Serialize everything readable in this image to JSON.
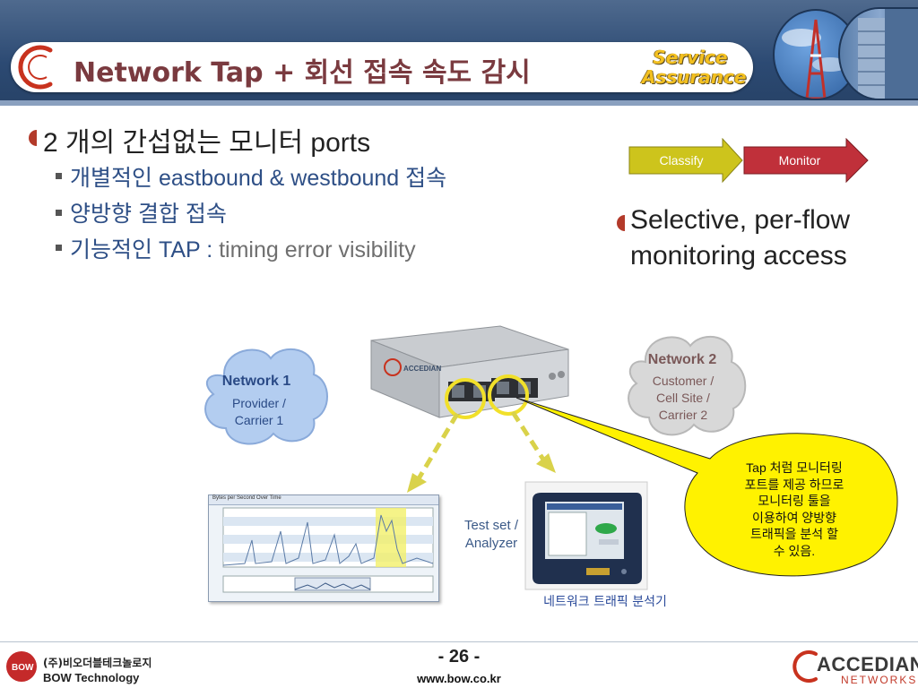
{
  "header": {
    "title": "Network Tap + 회선 접속 속도 감시",
    "badge": [
      "Service",
      "Assurance"
    ]
  },
  "bullets": {
    "main": "2 개의 간섭없는 모니터 ports",
    "sub": [
      {
        "text": "개별적인 eastbound & westbound 접속"
      },
      {
        "text": "양방향 결합 접속"
      },
      {
        "prefix": "기능적인 TAP : ",
        "muted": "timing error visibility"
      }
    ]
  },
  "flow": {
    "step1": "Classify",
    "step2": "Monitor",
    "step1_color": "#c8c21a",
    "step2_color": "#c0303a"
  },
  "right_bullet": [
    "Selective, per-flow",
    "monitoring access"
  ],
  "network1": {
    "title": "Network 1",
    "lines": [
      "Provider /",
      "Carrier 1"
    ],
    "color": "#2a4a86",
    "fill": "#b3cdf0"
  },
  "network2": {
    "title": "Network 2",
    "lines": [
      "Customer /",
      "Cell Site /",
      "Carrier 2"
    ],
    "color": "#7a5858",
    "fill": "#d6d6d6"
  },
  "device": {
    "brand": "ACCEDIAN"
  },
  "analyzer_label": [
    "Test set /",
    "Analyzer"
  ],
  "analyzer_caption": "네트워크 트래픽 분석기",
  "analyzer_caption_color": "#2a4a9a",
  "callout": [
    "Tap 처럼 모니터링",
    "포트를 제공 하므로",
    "모니터링 툴을",
    "이용하여 양방향",
    "트래픽을 분석 할",
    "수 있음."
  ],
  "callout_fill": "#fff200",
  "graph": {
    "title": "Bytes per Second Over Time"
  },
  "footer": {
    "page": "- 26 -",
    "url": "www.bow.co.kr",
    "left_logo_ko": "(주)비오더블테크놀로지",
    "left_logo_en": "BOW Technology",
    "right_logo": "ACCEDIAN",
    "right_logo_sub": "NETWORKS"
  }
}
